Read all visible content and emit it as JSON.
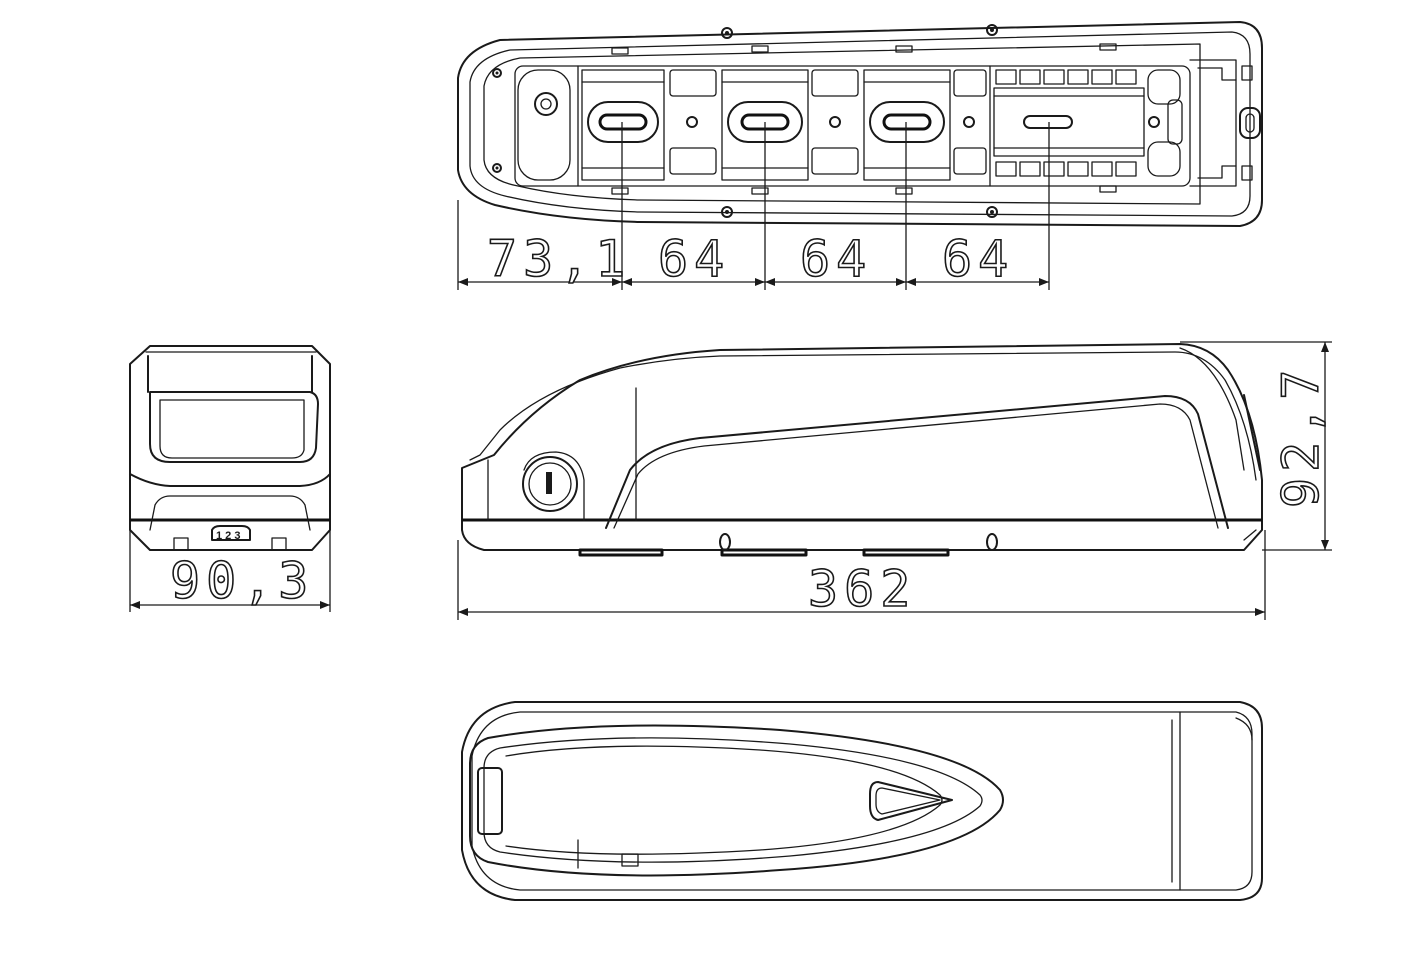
{
  "dimensions": {
    "bottom_first_pitch": "73,1",
    "bottom_pitch_1": "64",
    "bottom_pitch_2": "64",
    "bottom_pitch_3": "64",
    "total_length": "362",
    "height": "92,7",
    "width": "90,3"
  },
  "front_view": {
    "connector_label": "1 2 3"
  },
  "colors": {
    "line": "#1a1a1a",
    "background": "#ffffff"
  }
}
